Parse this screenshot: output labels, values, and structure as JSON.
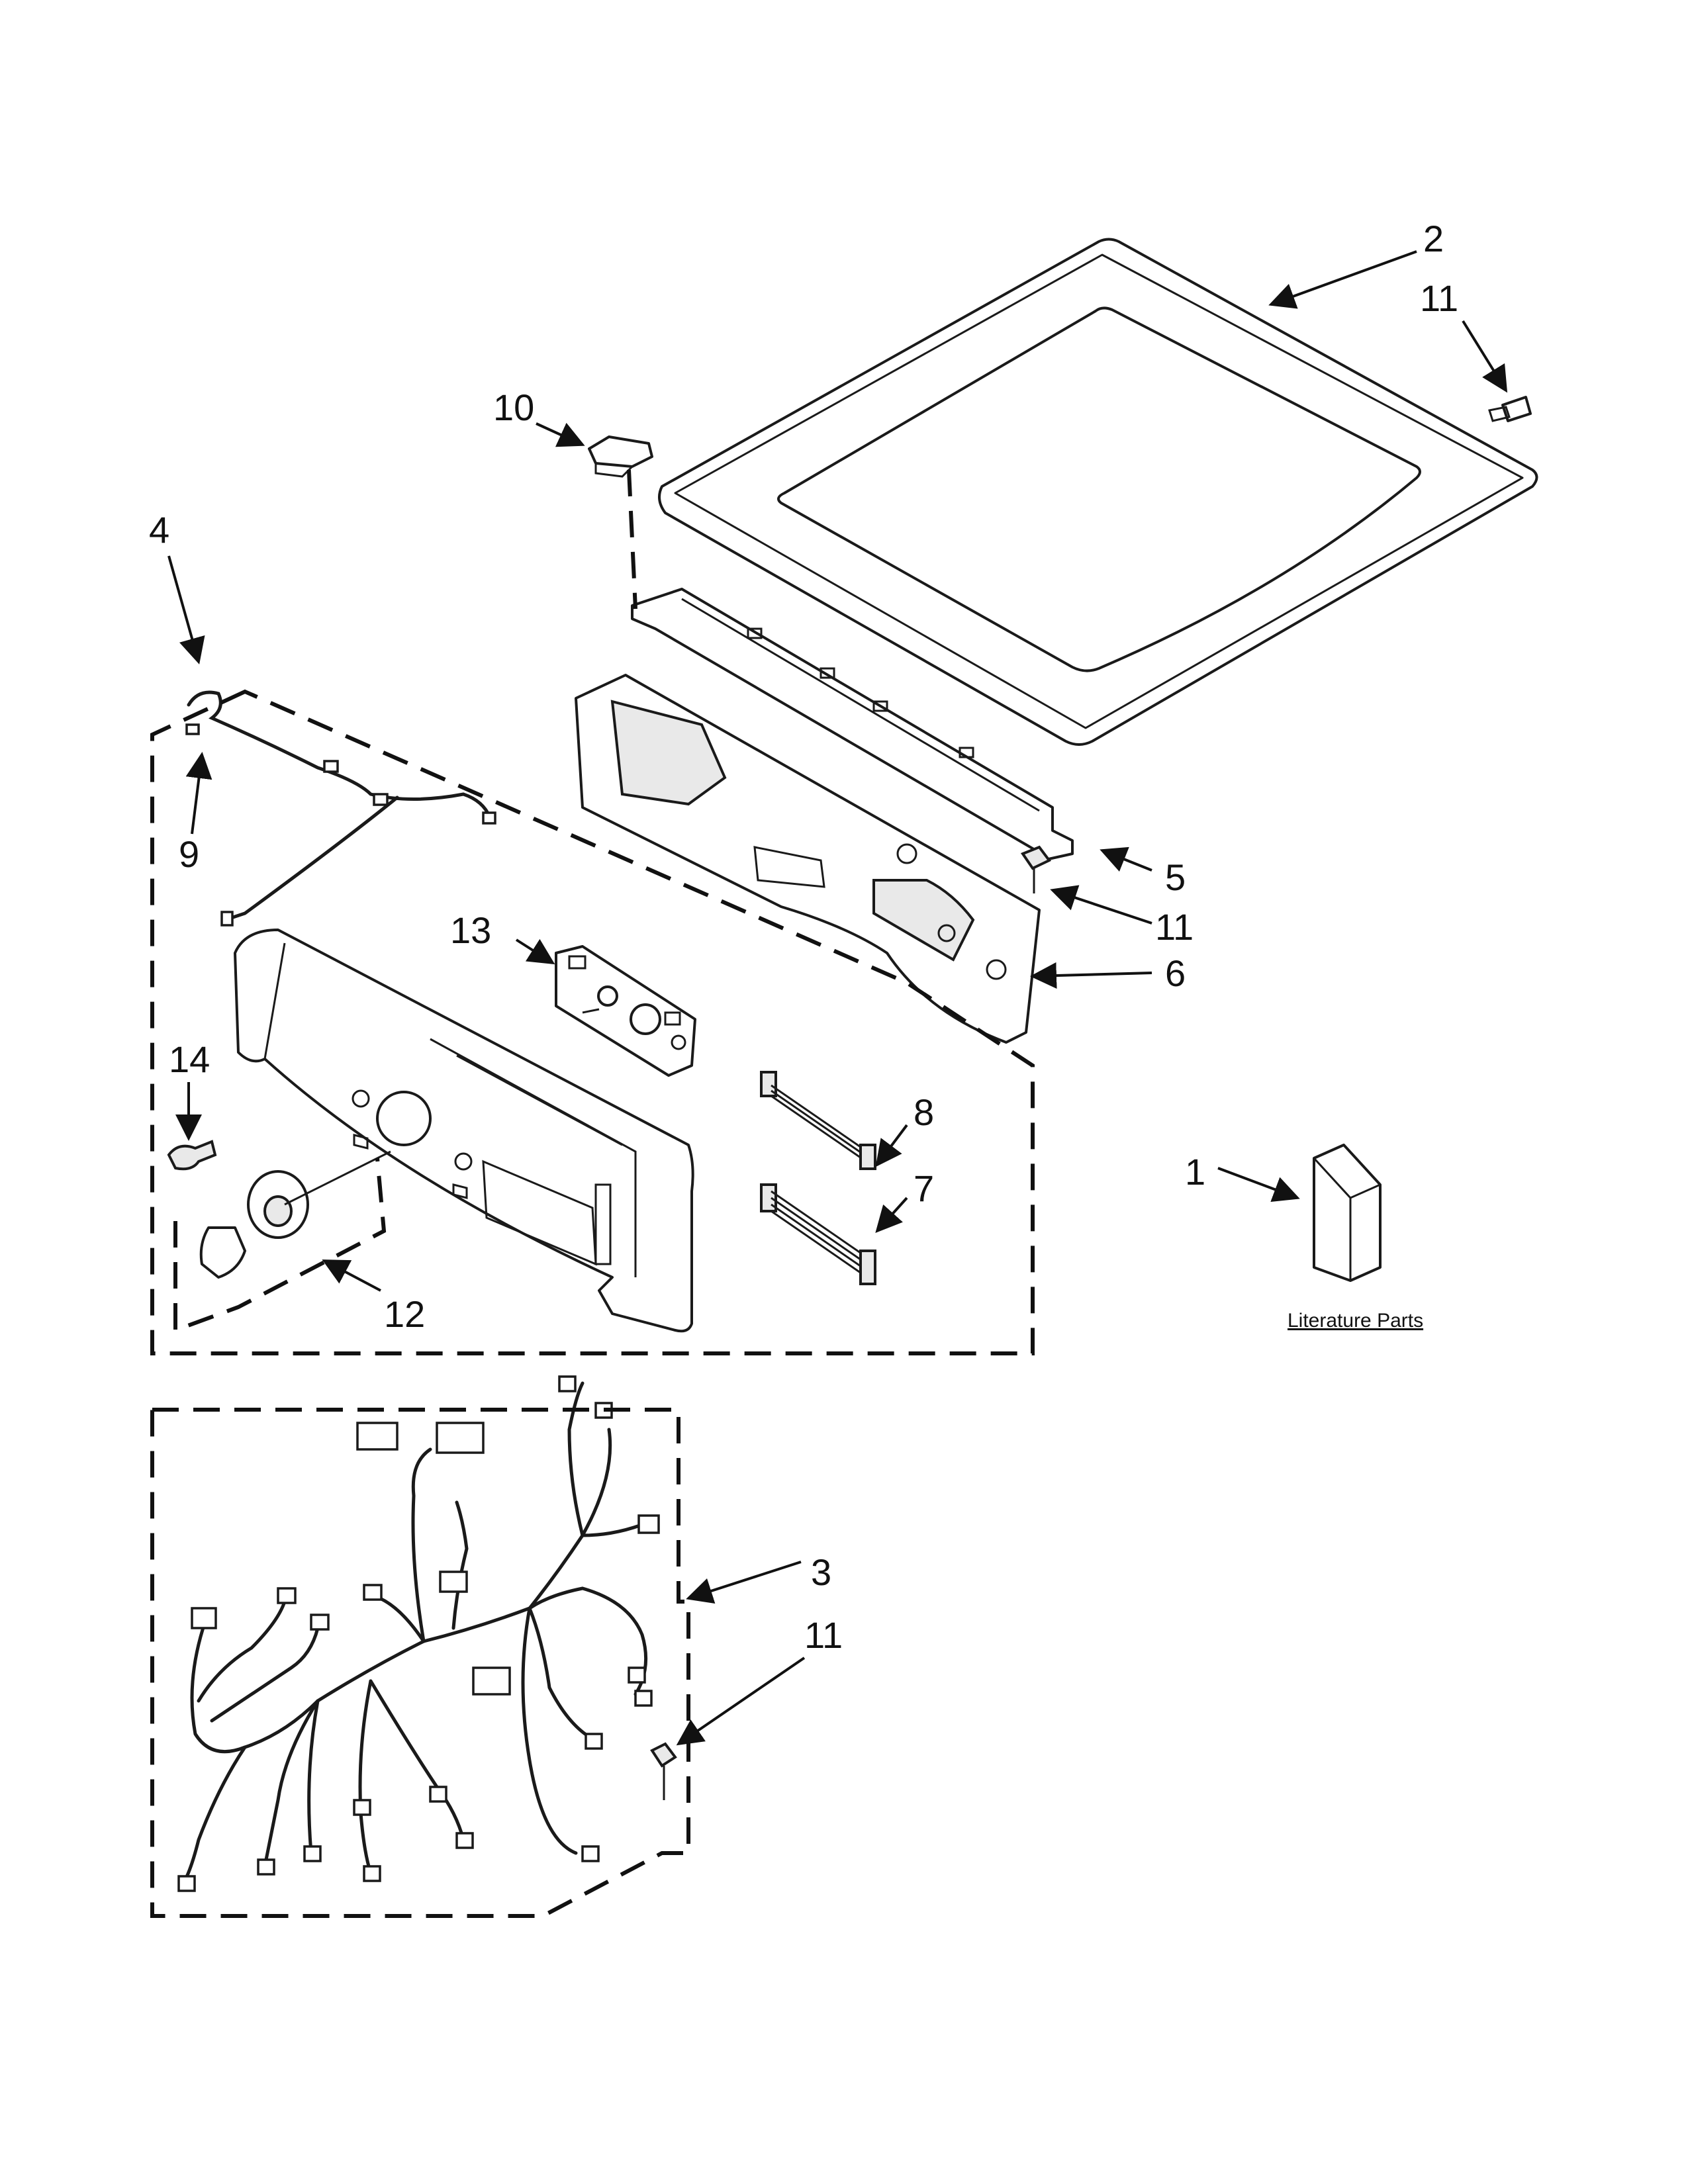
{
  "callouts": {
    "c1": "1",
    "c2": "2",
    "c3": "3",
    "c4": "4",
    "c5": "5",
    "c6": "6",
    "c7": "7",
    "c8": "8",
    "c9": "9",
    "c10": "10",
    "c11a": "11",
    "c11b": "11",
    "c11c": "11",
    "c12": "12",
    "c13": "13",
    "c14": "14"
  },
  "literature": {
    "caption": "Literature Parts"
  }
}
